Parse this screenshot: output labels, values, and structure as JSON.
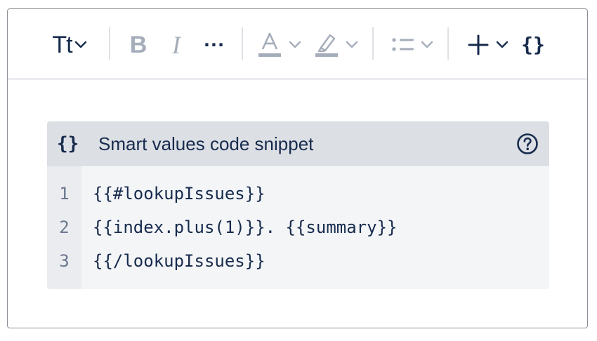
{
  "toolbar": {
    "text_style_label": "Tt",
    "bold_label": "B",
    "italic_label": "I",
    "more_label": "···",
    "code_label": "{}"
  },
  "snippet": {
    "icon_label": "{}",
    "title": "Smart values code snippet",
    "lines": [
      {
        "number": "1",
        "code": "{{#lookupIssues}}"
      },
      {
        "number": "2",
        "code": "{{index.plus(1)}}. {{summary}}"
      },
      {
        "number": "3",
        "code": "{{/lookupIssues}}"
      }
    ]
  },
  "colors": {
    "text": "#172b4d",
    "disabled": "#a5adba",
    "header_bg": "#dcdfe4",
    "code_bg": "#f4f5f7",
    "gutter_bg": "#ebecf0"
  }
}
